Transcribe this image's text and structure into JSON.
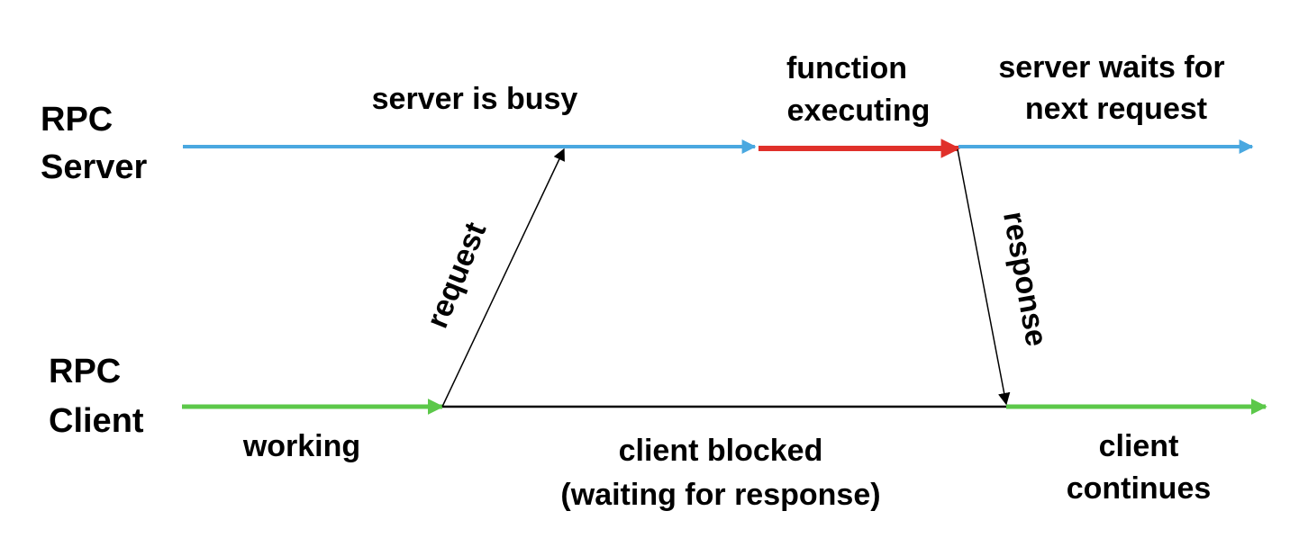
{
  "actors": {
    "server": {
      "line1": "RPC",
      "line2": "Server"
    },
    "client": {
      "line1": "RPC",
      "line2": "Client"
    }
  },
  "server_notes": {
    "busy": "server is busy",
    "executing_line1": "function",
    "executing_line2": "executing",
    "waits_line1": "server waits for",
    "waits_line2": "next request"
  },
  "client_notes": {
    "working": "working",
    "blocked_line1": "client blocked",
    "blocked_line2": "(waiting for response)",
    "continues_line1": "client",
    "continues_line2": "continues"
  },
  "messages": {
    "request": "request",
    "response": "response"
  },
  "colors": {
    "server_idle": "#4aa8e0",
    "server_executing": "#e0302a",
    "client_active": "#5cc84a",
    "client_blocked": "#000000",
    "message": "#000000"
  }
}
